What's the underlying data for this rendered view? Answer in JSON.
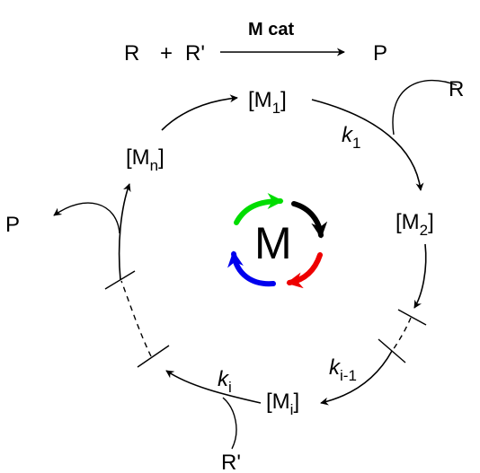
{
  "equation": {
    "reactant1": "R",
    "plus": "+",
    "reactant2": "R'",
    "catalyst": "M cat",
    "product": "P"
  },
  "cycle": {
    "center_label": "M",
    "species": [
      {
        "base": "[M",
        "sub": "1",
        "close": "]"
      },
      {
        "base": "[M",
        "sub": "2",
        "close": "]"
      },
      {
        "base": "[M",
        "sub": "i",
        "close": "]"
      },
      {
        "base": "[M",
        "sub": "n",
        "close": "]"
      }
    ],
    "rates": [
      {
        "base": "k",
        "sub": "1"
      },
      {
        "base": "k",
        "sub": "i-1"
      },
      {
        "base": "k",
        "sub": "i"
      }
    ],
    "inputs": [
      "R",
      "R'"
    ],
    "outputs": [
      "P"
    ]
  },
  "colors": {
    "arrow_black": "#000000",
    "arrow_green": "#00dd00",
    "arrow_red": "#ee0000",
    "arrow_blue": "#0000ee"
  }
}
